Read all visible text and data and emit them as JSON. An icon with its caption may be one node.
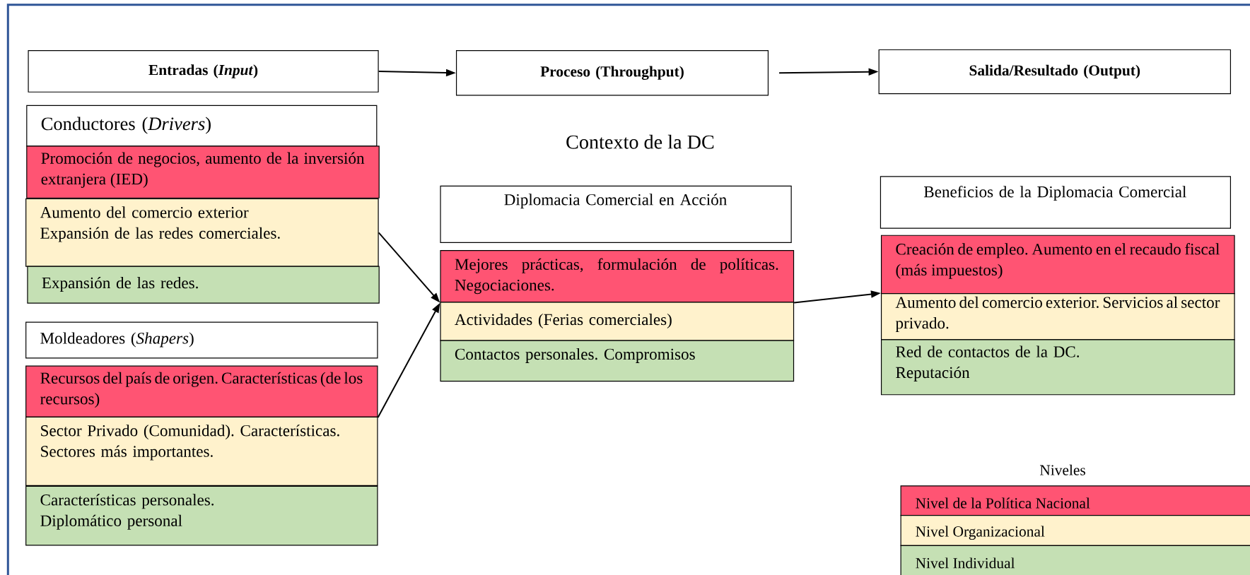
{
  "diagram": {
    "nodes": [
      {
        "text": [
          "Entradas (*Input*)"
        ]
      },
      {
        "text": [
          "Proceso (Throughput)"
        ]
      },
      {
        "text": [
          "Salida/Resultado (Output)"
        ]
      },
      {
        "text": [
          "Conductores (*Drivers*)"
        ]
      },
      {
        "text": [
          "Promoción de negocios, aumento de la inversión extranjera (IED)"
        ]
      },
      {
        "text": [
          "Aumento del comercio exterior",
          "Expansión de las redes comerciales."
        ]
      },
      {
        "text": [
          "Expansión de las redes."
        ]
      },
      {
        "text": [
          "Moldeadores (*Shapers*)"
        ]
      },
      {
        "text": [
          "Recursos del país de origen. Características (de los recursos)"
        ]
      },
      {
        "text": [
          "Sector Privado (Comunidad). Características. Sectores más importantes."
        ]
      },
      {
        "text": [
          "Características personales.",
          "Diplomático personal"
        ]
      },
      {
        "text": [
          "Diplomacia Comercial en Acción"
        ]
      },
      {
        "text": [
          "Mejores prácticas, formulación de políticas. Negociaciones."
        ]
      },
      {
        "text": [
          "Actividades (Ferias comerciales)"
        ]
      },
      {
        "text": [
          "Contactos personales. Compromisos"
        ]
      },
      {
        "text": [
          "Beneficios de la Diplomacia Comercial"
        ]
      },
      {
        "text": [
          "Creación de empleo. Aumento en el recaudo fiscal (más impuestos)"
        ]
      },
      {
        "text": [
          "Aumento del comercio exterior. Servicios al sector privado."
        ]
      },
      {
        "text": [
          "Red de contactos de la DC.",
          "Reputación"
        ]
      }
    ],
    "edges": [
      {
        "from": 0,
        "to": 1,
        "arrow": "to"
      },
      {
        "from": 1,
        "to": 2,
        "arrow": "to"
      },
      {
        "from": 5,
        "to": 12,
        "arrow": "to"
      },
      {
        "from": 8,
        "to": 12,
        "arrow": "to"
      },
      {
        "from": 12,
        "to": 17,
        "arrow": "to"
      }
    ],
    "labels": [
      "Contexto de la DC",
      "Niveles"
    ],
    "legend": [
      {
        "text": "Nivel de la Política Nacional",
        "color": "#ff5473"
      },
      {
        "text": "Nivel Organizacional",
        "color": "#fff2cc"
      },
      {
        "text": "Nivel Individual",
        "color": "#c5e0b4"
      }
    ]
  }
}
